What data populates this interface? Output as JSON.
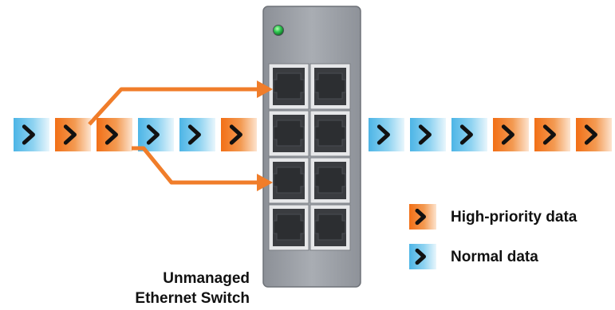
{
  "diagram": {
    "switch_label_line1": "Unmanaged",
    "switch_label_line2": "Ethernet Switch",
    "legend": {
      "high_priority_label": "High-priority data",
      "normal_label": "Normal data"
    },
    "input_stream": [
      "normal",
      "high",
      "high",
      "normal",
      "normal",
      "high"
    ],
    "output_stream": [
      "normal",
      "normal",
      "normal",
      "high",
      "high",
      "high"
    ],
    "port_count": 8,
    "led": "green"
  },
  "colors": {
    "high_priority": "#f07d2a",
    "normal": "#6fc4ea",
    "arrow_path": "#f07d2a",
    "switch_body": "#a2a6ad",
    "led": "#33cc55"
  }
}
